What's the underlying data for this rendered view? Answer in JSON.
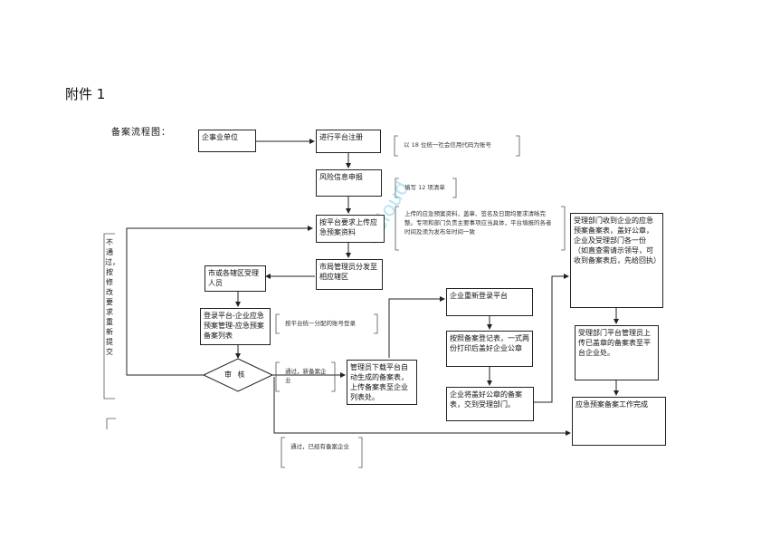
{
  "heading": "附件 1",
  "subheading": "备案流程图：",
  "boxes": {
    "b1": "企事业单位",
    "b2": "进行平台注册",
    "b3": "风险信息申报",
    "b4": "按平台要求上传应急预案资料",
    "b5": "市局管理员分发至相应辖区",
    "b6": "市或各辖区受理人员",
    "b7": "登录平台-企业应急预案管理-应急预案备案列表",
    "b8": "审 核",
    "b9": "管理员下载平台自动生成的备案表，上传备案表至企业列表处。",
    "b10": "企业重新登录平台",
    "b11": "按照备案登记表，一式两份打印后盖好企业公章",
    "b12": "企业将盖好公章的备案表，交到受理部门。",
    "b13": "受理部门收到企业的应急预案备案表，盖好公章，企业及受理部门各一份（如直查需请示领导，可收到备案表后，先给回执）",
    "b14": "受理部门平台管理员上传已盖章的备案表至平台企业处。",
    "b15": "应急预案备案工作完成"
  },
  "notes": {
    "n1": "以 18 位统一社会信用代码为账号",
    "n2": "填写 12 项清单",
    "n3": "上传的应急预案资料，盖章、签名及日期均要求清晰完整。专项和部门负责主要事项应当具体，平台填报的各者时间及须为发布年时间一致",
    "n4": "按平台统一分配的账号登录",
    "n5": "通过，新备案企业",
    "n6": "通过，已经有备案企业"
  },
  "side_note": "不通过，按修改要求重新提交",
  "watermark": "eCloud"
}
